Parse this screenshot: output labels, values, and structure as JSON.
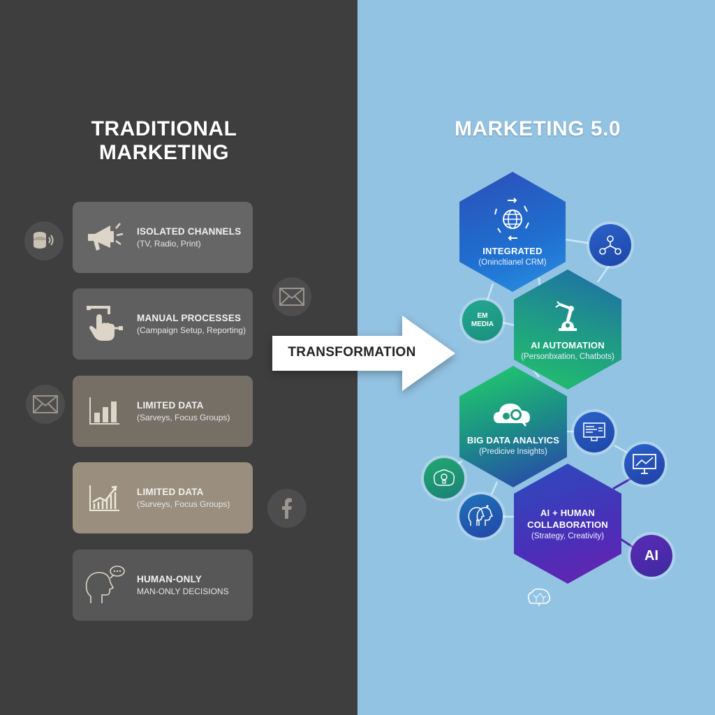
{
  "left": {
    "title_line1": "TRADITIONAL",
    "title_line2": "MARKETING",
    "cards": [
      {
        "icon": "megaphone-icon",
        "heading": "ISOLATED CHANNELS",
        "sub": "(TV, Radio, Print)"
      },
      {
        "icon": "pointing-hand-icon",
        "heading": "MANUAL PROCESSES",
        "sub": "(Campaign Setup, Reporting)"
      },
      {
        "icon": "bar-chart-icon",
        "heading": "LIMITED DATA",
        "sub": "(Sarveys, Focus Groups)"
      },
      {
        "icon": "trend-chart-icon",
        "heading": "LIMITED DATA",
        "sub": "(Surveys, Focus Groups)"
      },
      {
        "icon": "human-head-icon",
        "heading": "HUMAN-ONLY",
        "sub": "MAN-ONLY DECISIONS"
      }
    ],
    "side_icons": [
      "database-broadcast-icon",
      "envelope-icon",
      "envelope-icon",
      "facebook-icon"
    ]
  },
  "arrow": {
    "label": "TRANSFORMATION",
    "color": "#ffffff"
  },
  "right": {
    "title": "MARKETING 5.0",
    "hexes": [
      {
        "icon": "globe-arrows-icon",
        "heading": "INTEGRATED",
        "sub": "(Onincltianel CRM)"
      },
      {
        "icon": "robot-arm-icon",
        "heading": "AI AUTOMATION",
        "sub": "(Personbxation, Chatbots)"
      },
      {
        "icon": "cloud-analytics-icon",
        "heading": "BIG DATA ANALYICS",
        "sub": "(Predicive Insights)"
      },
      {
        "icon": "",
        "heading_line1": "AI + HUMAN",
        "heading_line2": "COLLABORATION",
        "sub": "(Strategy, Creativity)"
      }
    ],
    "nodes": [
      {
        "icon": "network-people-icon"
      },
      {
        "icon": "database-icon",
        "label_line1": "EM",
        "label_line2": "MEDIA"
      },
      {
        "icon": "dashboard-screen-icon"
      },
      {
        "icon": "trend-monitor-icon"
      },
      {
        "icon": "brain-lightbulb-icon"
      },
      {
        "icon": "two-heads-icon"
      },
      {
        "icon": "ai-lightbulb-icon",
        "label": "AI"
      }
    ],
    "footer_icon": "brain-icon"
  },
  "colors": {
    "left_bg": "#3e3e3e",
    "right_bg": "#93c3e3",
    "hex_blue": "#2a5fc4",
    "hex_green": "#22c36a",
    "hex_purple": "#6a22b0"
  }
}
